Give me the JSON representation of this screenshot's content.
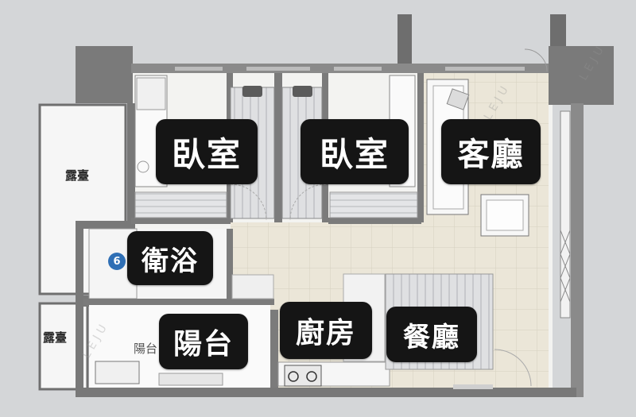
{
  "rooms": {
    "bedroom_1": "臥室",
    "bedroom_2": "臥室",
    "living_room": "客廳",
    "bathroom": "衛浴",
    "balcony": "陽台",
    "kitchen": "廚房",
    "dining_room": "餐廳",
    "terrace_upper": "露臺",
    "terrace_lower": "露臺",
    "balcony_plan_label": "陽台"
  },
  "badges": {
    "bathroom_number": "6"
  },
  "watermark": "LEJU",
  "colors": {
    "wall": "#787878",
    "floor_tile": "#e9e4d6",
    "label_bg": "#151515"
  }
}
